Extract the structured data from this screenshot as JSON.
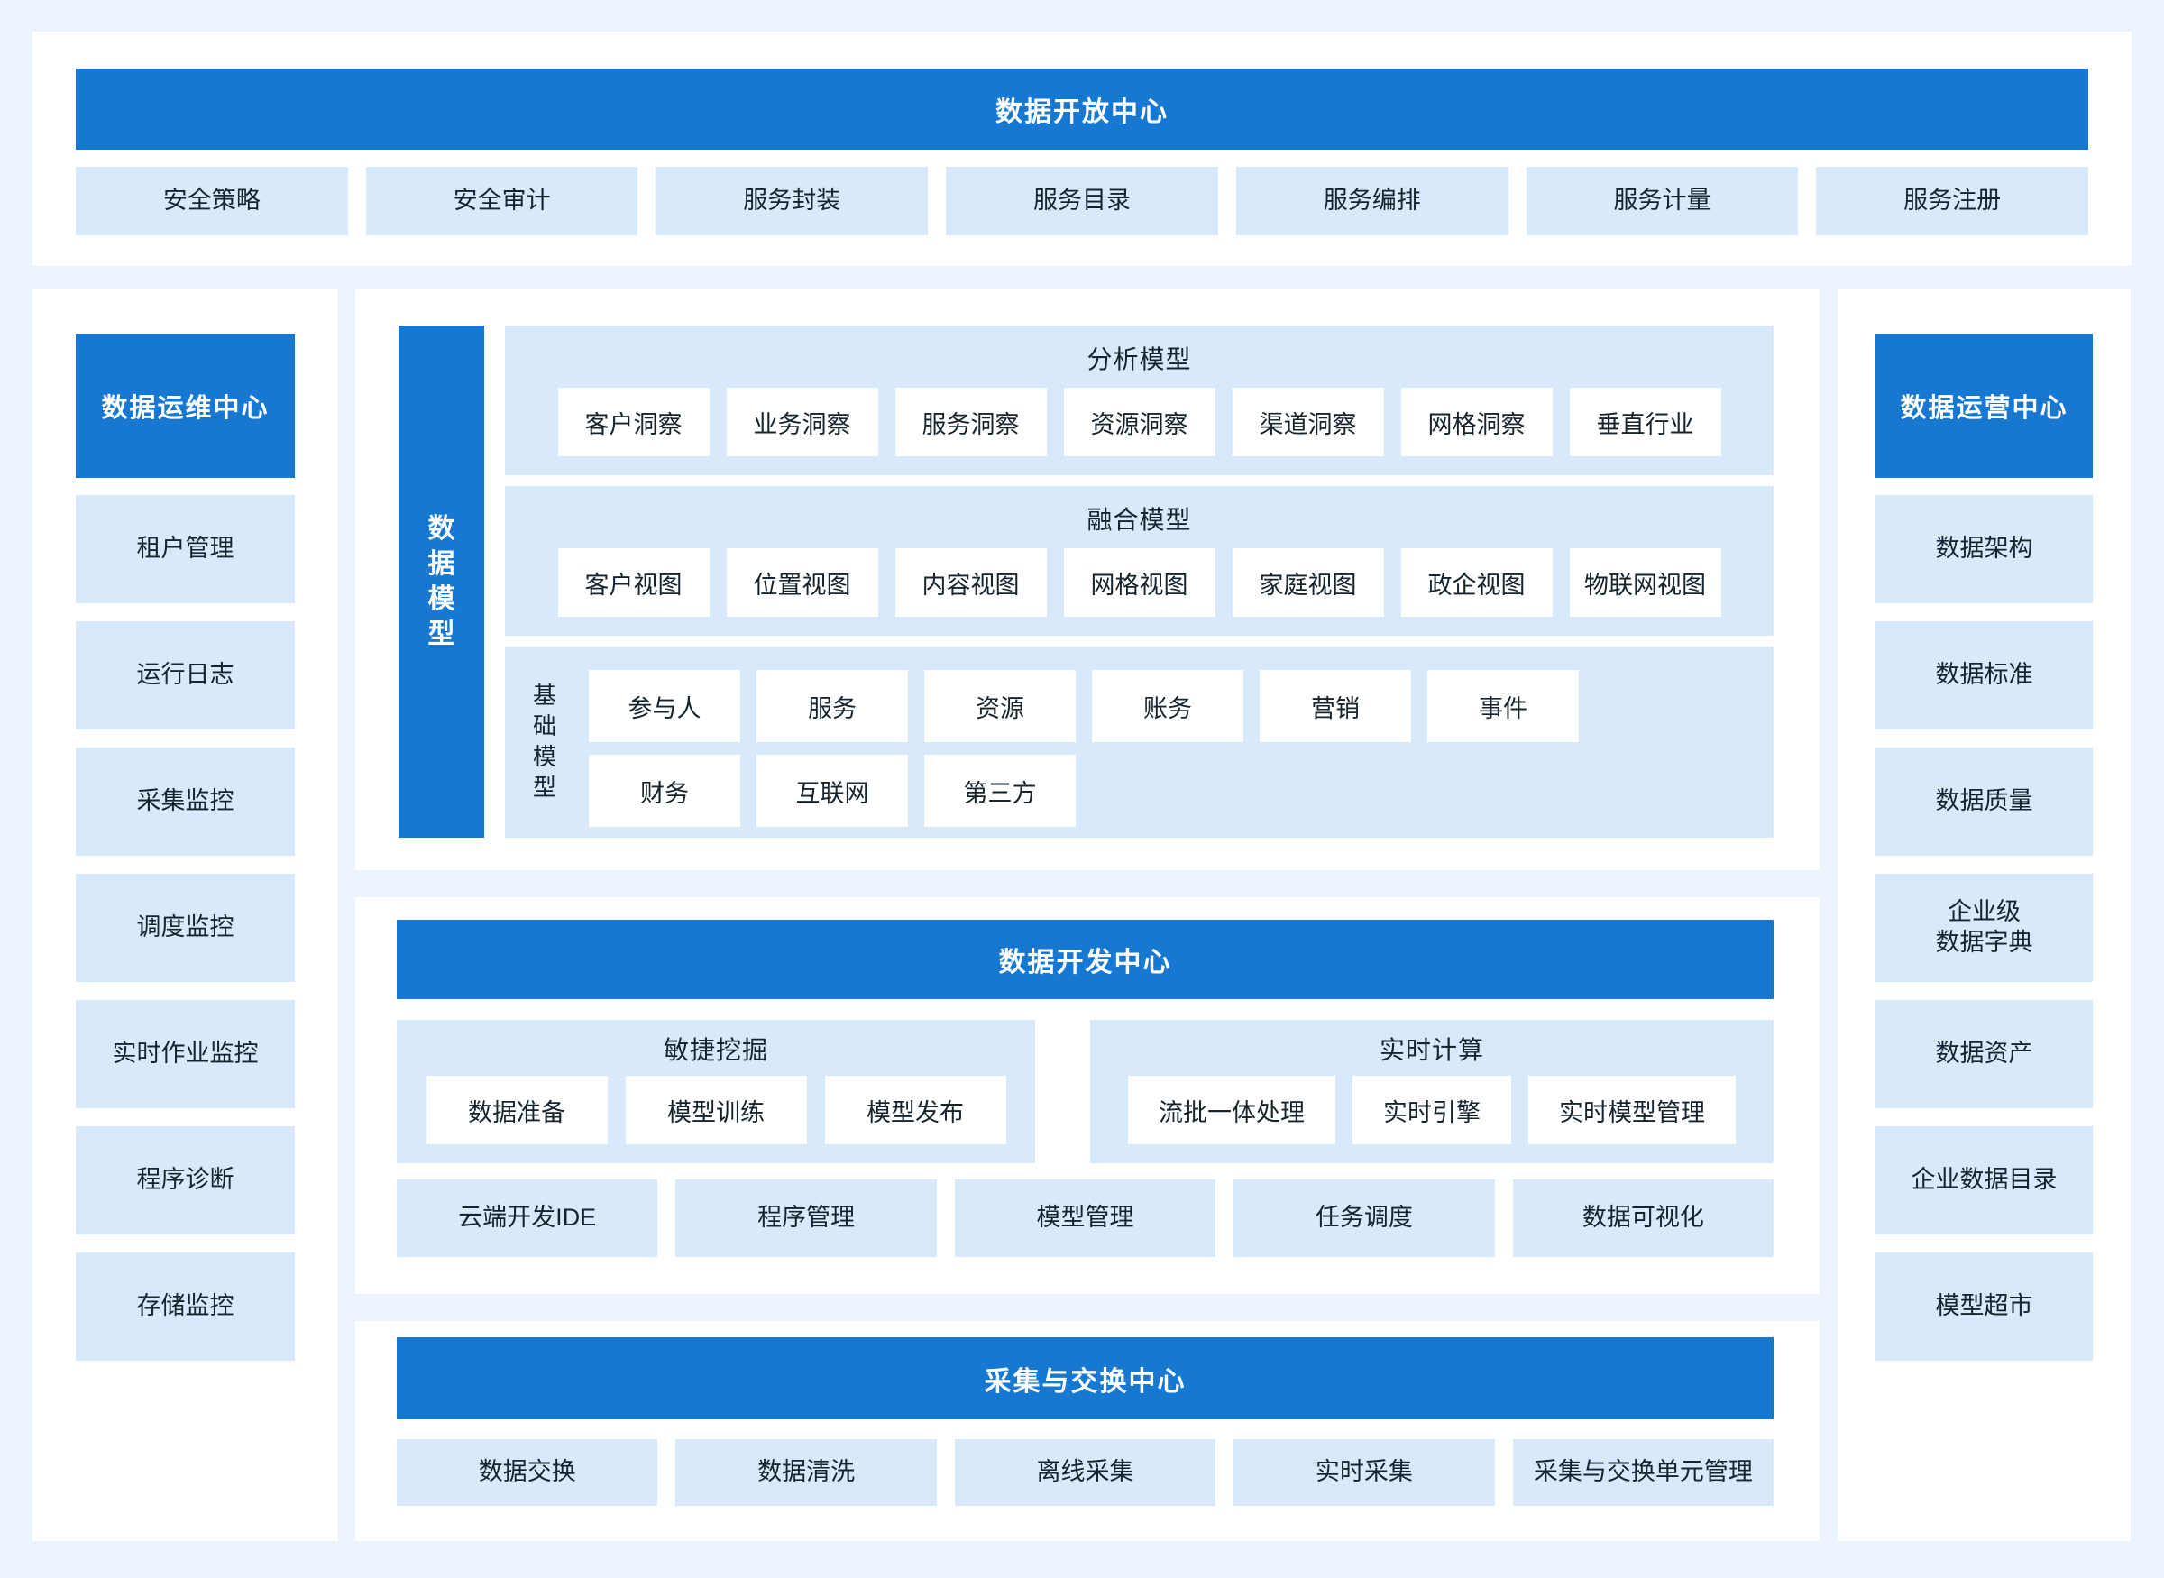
{
  "colors": {
    "accent_blue": "#1778D2",
    "light_blue": "#D7E9FA",
    "panel_white": "#FFFFFF",
    "page_bg": "#EBF4FD",
    "text_dark": "#16242E"
  },
  "top_panel": {
    "title": "数据开放中心",
    "items": [
      "安全策略",
      "安全审计",
      "服务封装",
      "服务目录",
      "服务编排",
      "服务计量",
      "服务注册"
    ]
  },
  "left_panel": {
    "title": "数据运维中心",
    "items": [
      "租户管理",
      "运行日志",
      "采集监控",
      "调度监控",
      "实时作业监控",
      "程序诊断",
      "存储监控"
    ]
  },
  "right_panel": {
    "title": "数据运营中心",
    "items": [
      "数据架构",
      "数据标准",
      "数据质量",
      "企业级\n数据字典",
      "数据资产",
      "企业数据目录",
      "模型超市"
    ]
  },
  "model_panel": {
    "bar_title": "数据模型",
    "analysis": {
      "title": "分析模型",
      "items": [
        "客户洞察",
        "业务洞察",
        "服务洞察",
        "资源洞察",
        "渠道洞察",
        "网格洞察",
        "垂直行业"
      ]
    },
    "fusion": {
      "title": "融合模型",
      "items": [
        "客户视图",
        "位置视图",
        "内容视图",
        "网格视图",
        "家庭视图",
        "政企视图",
        "物联网视图"
      ]
    },
    "base": {
      "title": "基础模型",
      "rows": [
        [
          "参与人",
          "服务",
          "资源",
          "账务",
          "营销",
          "事件"
        ],
        [
          "财务",
          "互联网",
          "第三方"
        ]
      ]
    }
  },
  "dev_panel": {
    "title": "数据开发中心",
    "agile": {
      "title": "敏捷挖掘",
      "items": [
        "数据准备",
        "模型训练",
        "模型发布"
      ]
    },
    "realtime": {
      "title": "实时计算",
      "items": [
        "流批一体处理",
        "实时引擎",
        "实时模型管理"
      ]
    },
    "tools": [
      "云端开发IDE",
      "程序管理",
      "模型管理",
      "任务调度",
      "数据可视化"
    ]
  },
  "collect_panel": {
    "title": "采集与交换中心",
    "items": [
      "数据交换",
      "数据清洗",
      "离线采集",
      "实时采集",
      "采集与交换单元管理"
    ]
  }
}
